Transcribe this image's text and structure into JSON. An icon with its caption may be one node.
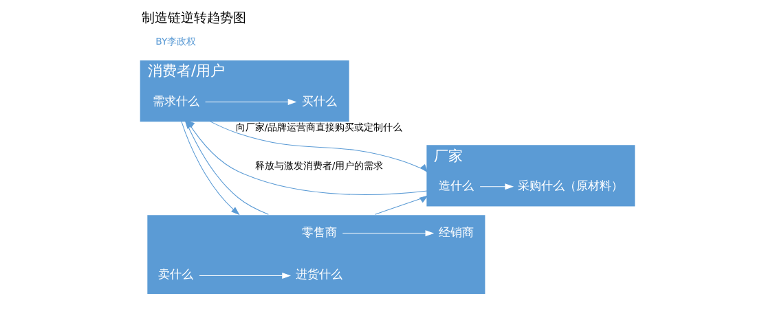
{
  "diagram": {
    "title": "制造链逆转趋势图",
    "nodes": [
      {
        "text": [
          "消费者/用户"
        ]
      },
      {
        "text": [
          "需求什么"
        ],
        "in": 0
      },
      {
        "text": [
          "买什么"
        ],
        "in": 0
      },
      {
        "text": [],
        "shape": "box"
      },
      {
        "text": [
          "零售商"
        ],
        "in": 3
      },
      {
        "text": [
          "经销商"
        ],
        "in": 3
      },
      {
        "text": [
          "卖什么"
        ],
        "in": 3
      },
      {
        "text": [
          "进货什么"
        ],
        "in": 3
      },
      {
        "text": [
          "厂家"
        ]
      },
      {
        "text": [
          "造什么"
        ],
        "in": 8
      },
      {
        "text": [
          "采购什么（原材料）"
        ],
        "in": 8
      }
    ],
    "edges": [
      {
        "from": 1,
        "to": 2,
        "arrow": "to",
        "color": "#ffffff"
      },
      {
        "from": 4,
        "to": 5,
        "arrow": "to",
        "color": "#ffffff"
      },
      {
        "from": 6,
        "to": 7,
        "arrow": "to",
        "color": "#ffffff"
      },
      {
        "from": 9,
        "to": 10,
        "arrow": "to",
        "color": "#ffffff"
      },
      {
        "from": 0,
        "to": 3,
        "arrow": "to"
      },
      {
        "from": 3,
        "to": 8,
        "arrow": "to"
      },
      {
        "from": 3,
        "to": 0,
        "arrow": "to"
      },
      {
        "from": 8,
        "to": 0,
        "label": "释放与激发消费者/用户的需求",
        "arrow": "to"
      },
      {
        "from": 0,
        "to": 8,
        "label": "向厂家/品牌运营商直接购买或定制什么",
        "arrow": "to"
      }
    ],
    "labels": [
      "BY李政权"
    ]
  }
}
